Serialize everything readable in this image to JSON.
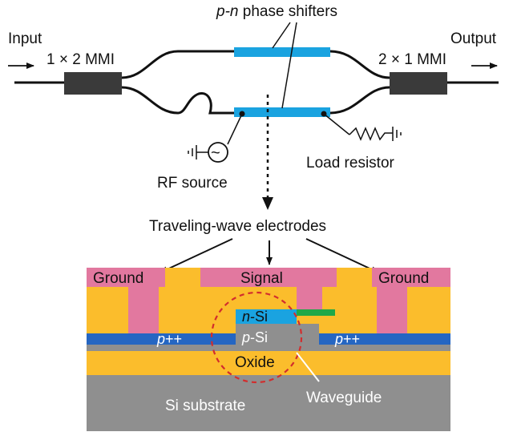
{
  "labels": {
    "input": "Input",
    "output": "Output",
    "mmi_in": "1 × 2 MMI",
    "mmi_out": "2 × 1 MMI",
    "phase_shifters_italic": "p-n",
    "phase_shifters_rest": " phase shifters",
    "rf_source": "RF source",
    "load_resistor": "Load resistor",
    "traveling_wave": "Traveling-wave electrodes",
    "ground_left": "Ground",
    "signal": "Signal",
    "ground_right": "Ground",
    "n_si_italic": "n",
    "n_si_rest": "-Si",
    "p_si_italic": "p",
    "p_si_rest": "-Si",
    "ppp_left_italic": "p",
    "ppp_left_rest": "++",
    "ppp_right_italic": "p",
    "ppp_right_rest": "++",
    "oxide": "Oxide",
    "si_substrate": "Si substrate",
    "waveguide": "Waveguide",
    "rf_symbol": "~"
  },
  "colors": {
    "shifter_blue": "#1aa3e0",
    "mmi_gray": "#3a3a3a",
    "metal_yellow": "#fbbd2c",
    "pink": "#e2789f",
    "p_doped_blue": "#2566c2",
    "substrate_gray": "#8f8f8f",
    "green_strip": "#20a848",
    "dashed_red": "#d22d2d"
  }
}
